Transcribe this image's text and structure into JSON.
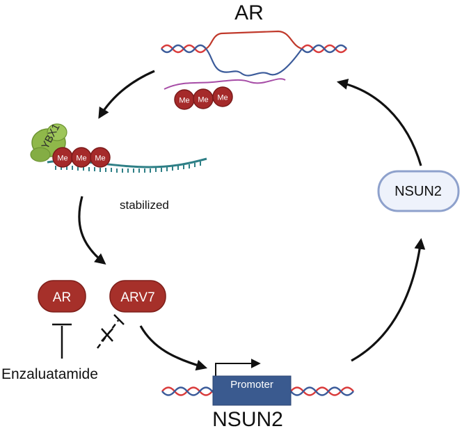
{
  "labels": {
    "ar_top": "AR",
    "me": "Me",
    "ybx1": "YBX1",
    "stabilized": "stabilized",
    "ar_box": "AR",
    "arv7_box": "ARV7",
    "enzalutamide": "Enzaluatamide",
    "promoter": "Promoter",
    "nsun2_gene": "NSUN2",
    "nsun2_protein": "NSUN2"
  },
  "colors": {
    "dna_red": "#d93b3b",
    "dna_blue": "#3b5b9a",
    "rna_teal": "#2e7f86",
    "rna_purple": "#a64ca6",
    "me_fill": "#a52a2a",
    "me_dark": "#7a1a1a",
    "ybx1_green": "#8fb84a",
    "protein_fill": "#a6302a",
    "promoter_fill": "#3a5a8f",
    "nsun2_pill_fill": "#eef2fb",
    "nsun2_pill_stroke": "#8ea1cc",
    "arrow": "#111111"
  },
  "icons": [
    "dna-helix",
    "rna-strand",
    "methyl-group",
    "ybx1-protein",
    "inhibition-bar",
    "blocked-inhibition",
    "transcription-start-arrow"
  ]
}
